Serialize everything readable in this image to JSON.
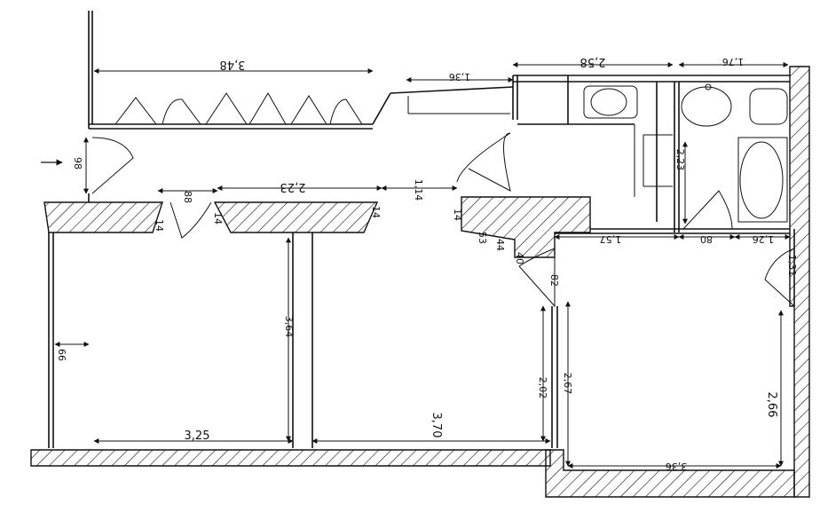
{
  "plan": {
    "dimensions": {
      "hall_top_length": "3,48",
      "closet_length": "1,36",
      "bath_length": "2,58",
      "wc_length": "1,76",
      "entry_door": "98",
      "door_a": "88",
      "corridor_length": "2,23",
      "post_left": "14",
      "post_mid": "14",
      "post_right": "14",
      "corr_width": "1,14",
      "kitchen_post": "14",
      "bath_depth": "2,23",
      "room3_top": "1,57",
      "room3_gap": "80",
      "wc_width": "1,26",
      "wc_door": "1,31",
      "small_a": "53",
      "small_b": "44",
      "small_c": "40",
      "door_diag": "82",
      "room1_depth": "3,64",
      "left_wall": "66",
      "room1_width": "3,25",
      "room2_width": "3,70",
      "room3_left": "2,02",
      "room3_inner": "2,67",
      "room3_right": "2,66",
      "room3_bottom": "3,36"
    }
  }
}
